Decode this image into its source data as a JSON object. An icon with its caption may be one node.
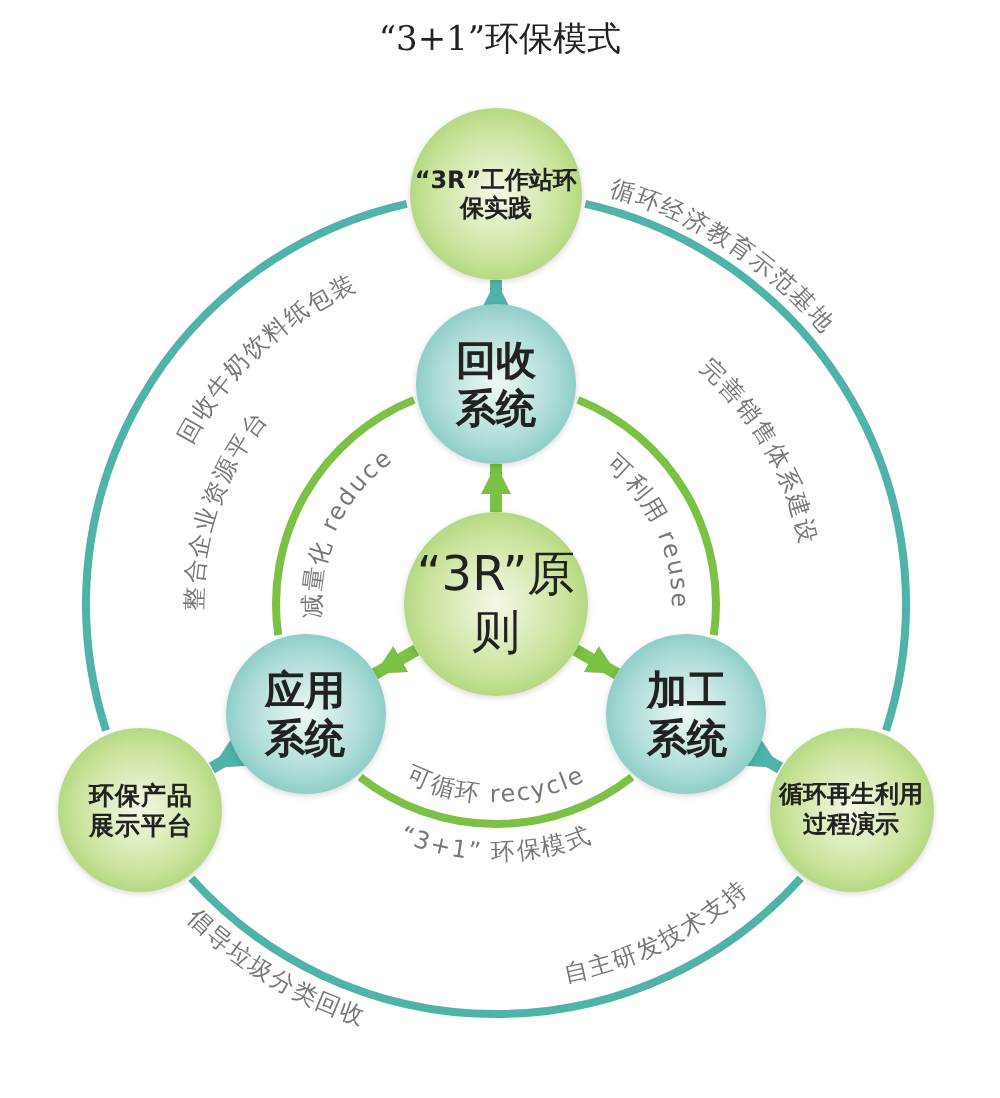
{
  "diagram": {
    "title": "“3+1”环保模式",
    "nodes": [
      {
        "text": [
          "“3R”工作站环保实践"
        ]
      },
      {
        "text": [
          "回收系统"
        ]
      },
      {
        "text": [
          "“3R”原则"
        ]
      },
      {
        "text": [
          "应用系统"
        ]
      },
      {
        "text": [
          "加工系统"
        ]
      },
      {
        "text": [
          "环保产品展示平台"
        ]
      },
      {
        "text": [
          "循环再生利用过程演示"
        ]
      }
    ],
    "edges": [
      {
        "from": 2,
        "to": 1,
        "arrow": "to",
        "color": "#7bc143"
      },
      {
        "from": 2,
        "to": 3,
        "arrow": "to",
        "color": "#7bc143"
      },
      {
        "from": 2,
        "to": 4,
        "arrow": "to",
        "color": "#7bc143"
      },
      {
        "from": 1,
        "to": 0,
        "arrow": "to",
        "color": "#4fb3a9"
      },
      {
        "from": 3,
        "to": 5,
        "arrow": "to",
        "color": "#4fb3a9"
      },
      {
        "from": 4,
        "to": 6,
        "arrow": "to",
        "color": "#4fb3a9"
      },
      {
        "from": 1,
        "to": 3,
        "arrow": "none",
        "color": "#7bc143"
      },
      {
        "from": 1,
        "to": 4,
        "arrow": "none",
        "color": "#7bc143"
      },
      {
        "from": 3,
        "to": 4,
        "arrow": "none",
        "color": "#7bc143"
      },
      {
        "from": 0,
        "to": 5,
        "arrow": "none",
        "color": "#4fb3a9"
      },
      {
        "from": 0,
        "to": 6,
        "arrow": "none",
        "color": "#4fb3a9"
      },
      {
        "from": 5,
        "to": 6,
        "arrow": "none",
        "color": "#4fb3a9"
      }
    ],
    "labels": [
      "循环经济教育示范基地",
      "回收牛奶饮料纸包装",
      "完善销售体系建设",
      "整合企业资源平台",
      "减量化 reduce",
      "可利用 reuse",
      "可循环 recycle",
      "“3+1” 环保模式",
      "自主研发技术支持",
      "倡导垃圾分类回收"
    ]
  }
}
